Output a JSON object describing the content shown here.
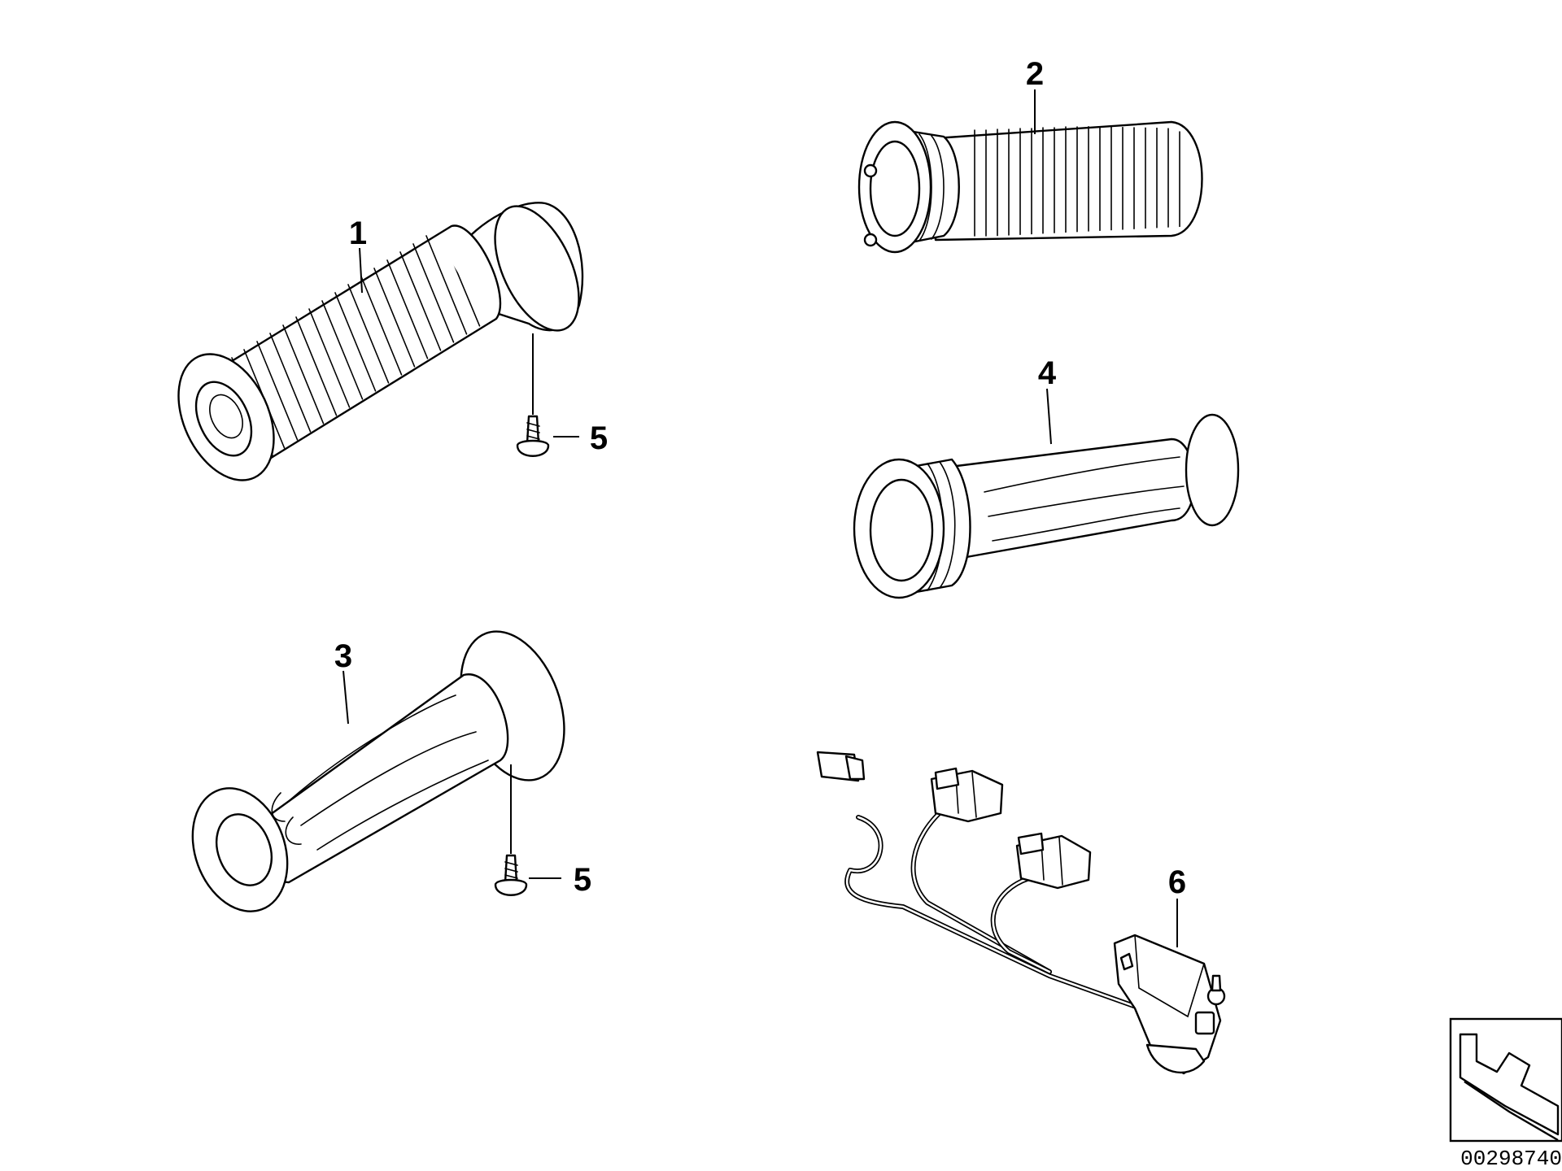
{
  "callouts": {
    "p1": "1",
    "p2": "2",
    "p3": "3",
    "p4": "4",
    "p5a": "5",
    "p5b": "5",
    "p6": "6"
  },
  "document_number": "00298740",
  "colors": {
    "line": "#000000",
    "background": "#ffffff"
  }
}
